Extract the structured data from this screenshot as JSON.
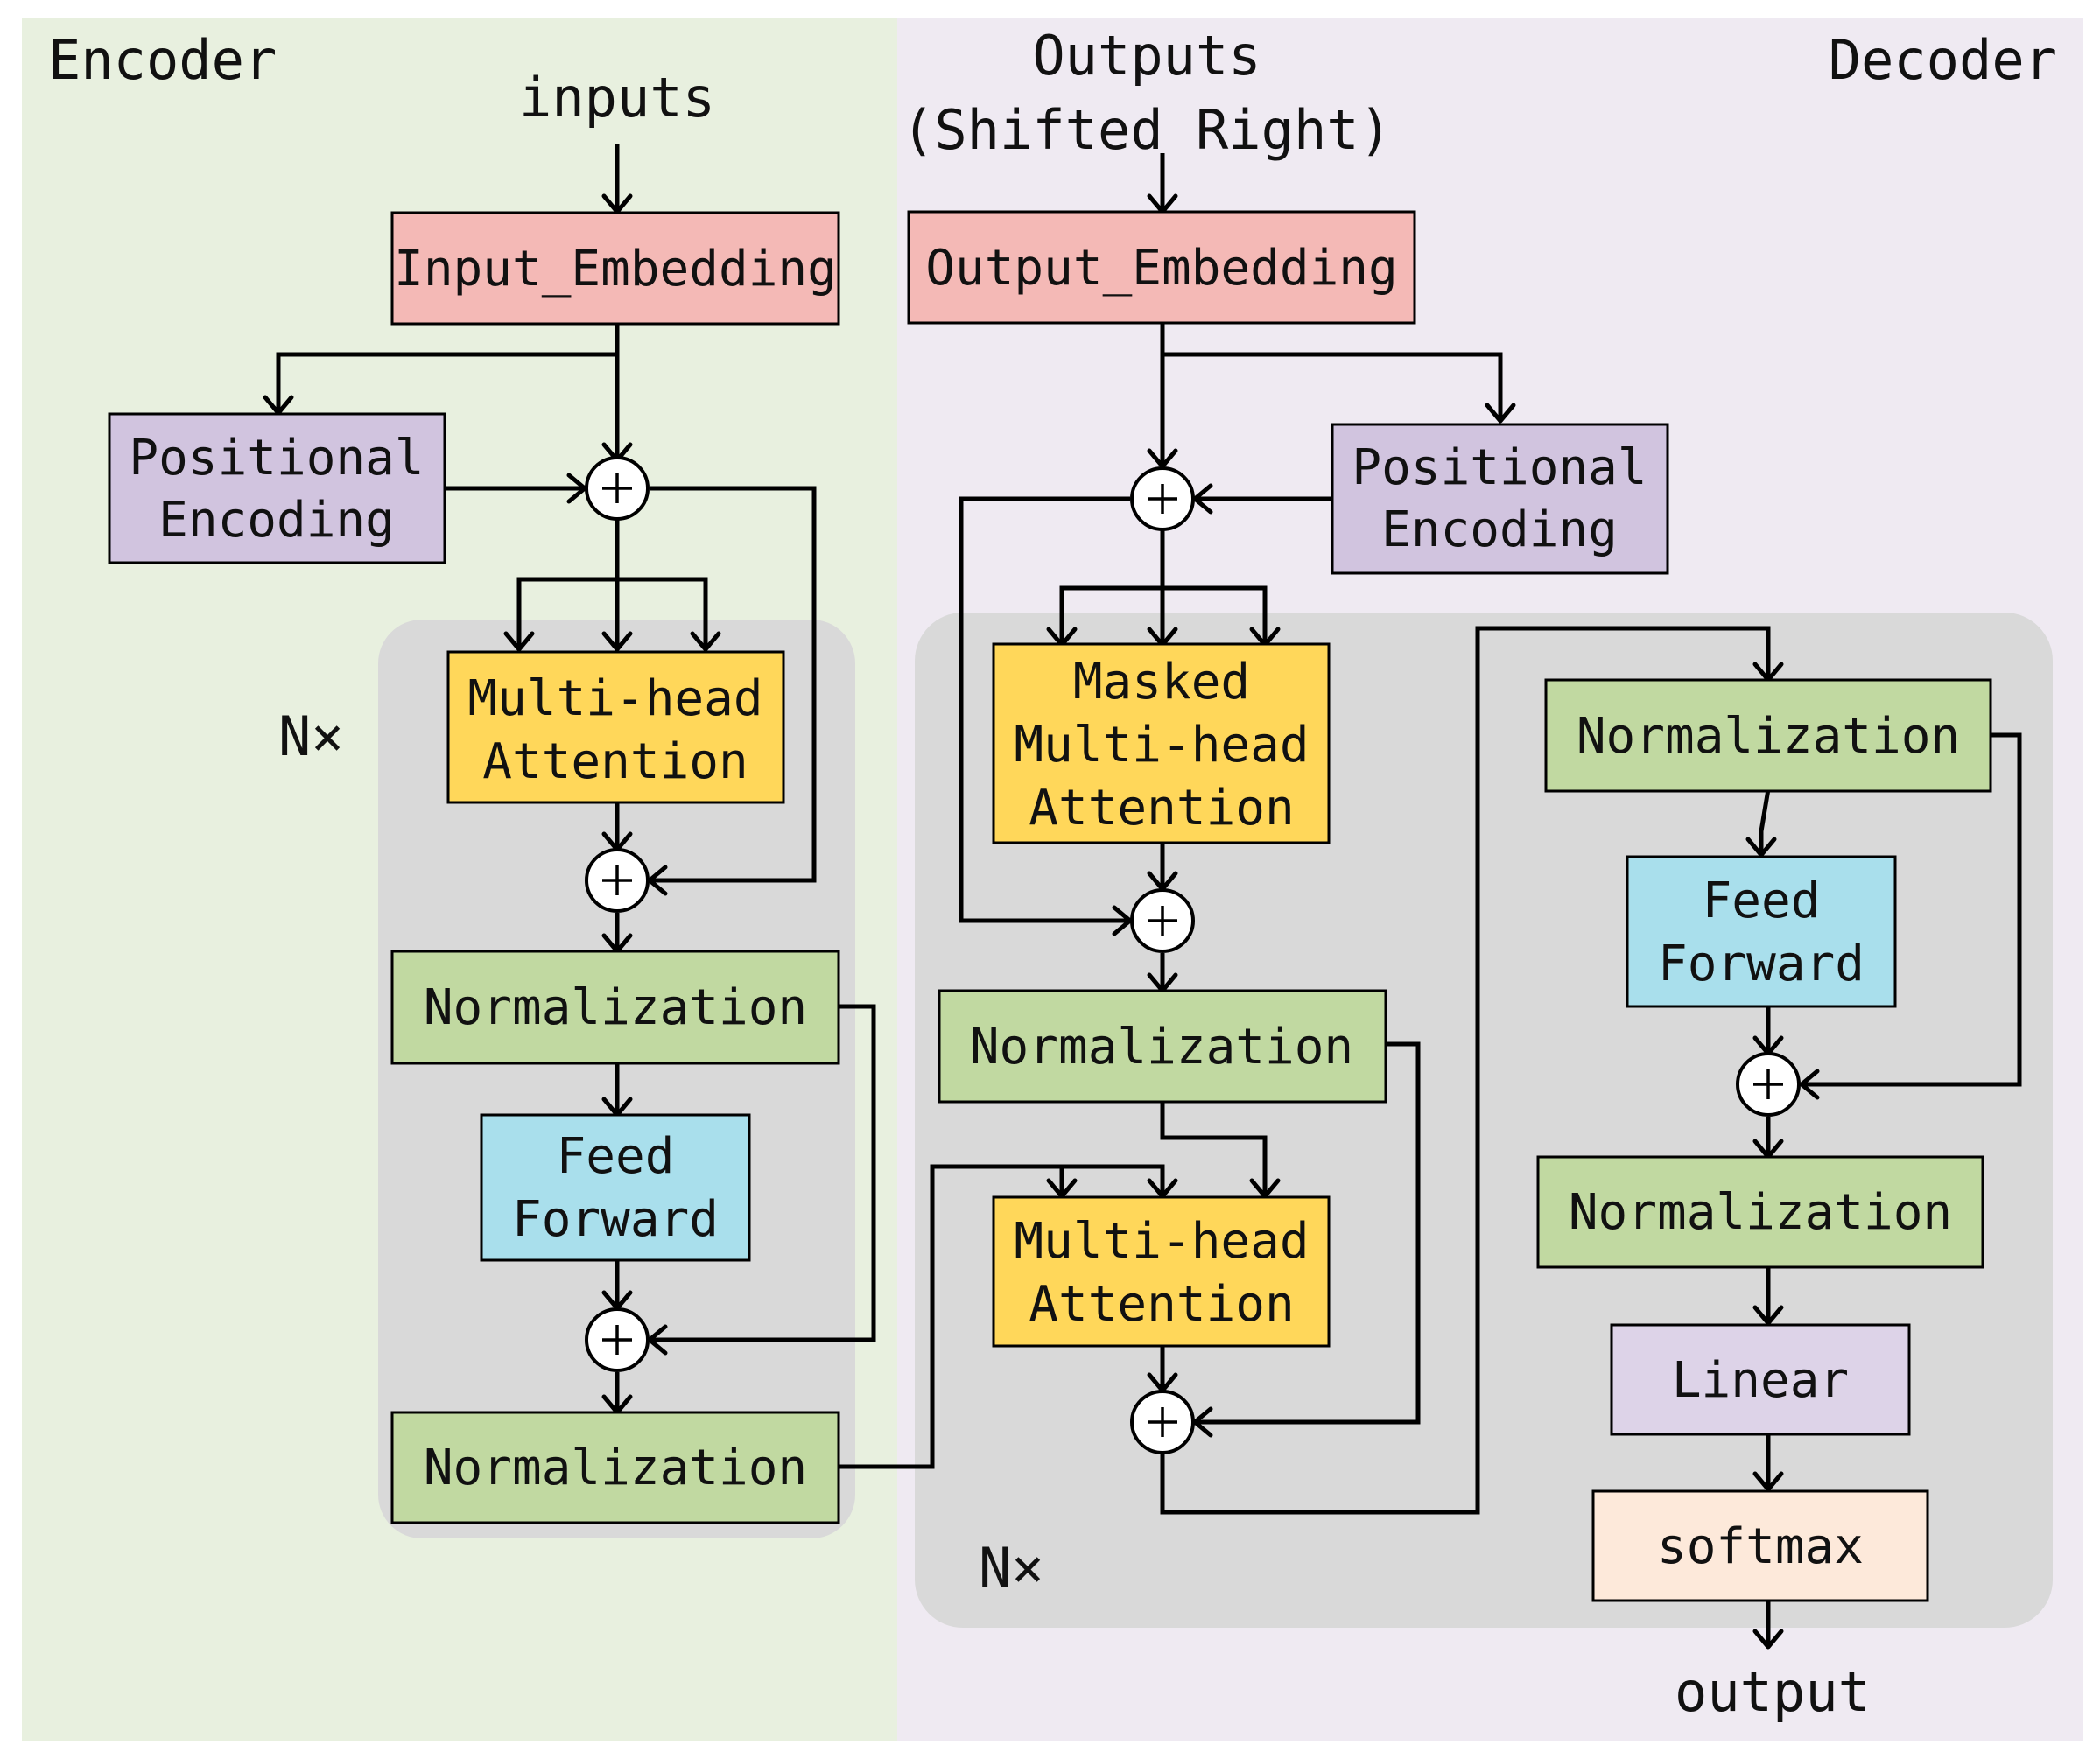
{
  "panels": {
    "encoder_title": "Encoder",
    "decoder_title": "Decoder",
    "encoder_repeat": "N×",
    "decoder_repeat": "N×"
  },
  "io": {
    "inputs": "inputs",
    "outputs_line1": "Outputs",
    "outputs_line2": "(Shifted Right)",
    "output": "output"
  },
  "encoder": {
    "input_embedding": "Input_Embedding",
    "positional_encoding": [
      "Positional",
      "Encoding"
    ],
    "multihead_attention": [
      "Multi-head",
      "Attention"
    ],
    "norm1": "Normalization",
    "feed_forward": [
      "Feed",
      "Forward"
    ],
    "norm2": "Normalization"
  },
  "decoder": {
    "output_embedding": "Output_Embedding",
    "positional_encoding": [
      "Positional",
      "Encoding"
    ],
    "masked_multihead_attention": [
      "Masked",
      "Multi-head",
      "Attention"
    ],
    "norm1": "Normalization",
    "multihead_attention": [
      "Multi-head",
      "Attention"
    ],
    "norm2": "Normalization",
    "feed_forward": [
      "Feed",
      "Forward"
    ],
    "norm3": "Normalization",
    "linear": "Linear",
    "softmax": "softmax"
  },
  "colors": {
    "encoder_bg": "#e8f0df",
    "decoder_bg": "#efeaf2",
    "block_bg": "#d9d9d9",
    "embedding": "#f4b9b6",
    "positional": "#d1c4df",
    "attention": "#ffd75a",
    "normalization": "#c1d9a1",
    "feed_forward": "#a9dfec",
    "linear": "#ddd3e8",
    "softmax": "#fde9da"
  }
}
